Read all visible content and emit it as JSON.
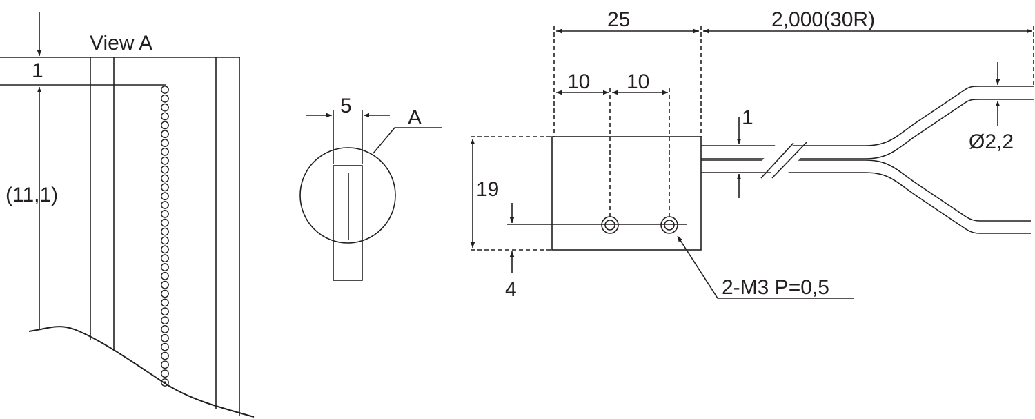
{
  "view_a": {
    "title": "View A",
    "dim_top": "1",
    "dim_height": "(11,1)",
    "dot_count": 34
  },
  "section": {
    "dim_width": "5",
    "label": "A"
  },
  "sensor": {
    "dim_length": "25",
    "dim_pitch_1": "10",
    "dim_pitch_2": "10",
    "dim_cable": "2,000(30R)",
    "dim_height": "19",
    "dim_offset": "4",
    "dim_cable_gap": "1",
    "dim_cable_diameter": "Ø2,2",
    "callout_holes": "2-M3 P=0,5"
  }
}
